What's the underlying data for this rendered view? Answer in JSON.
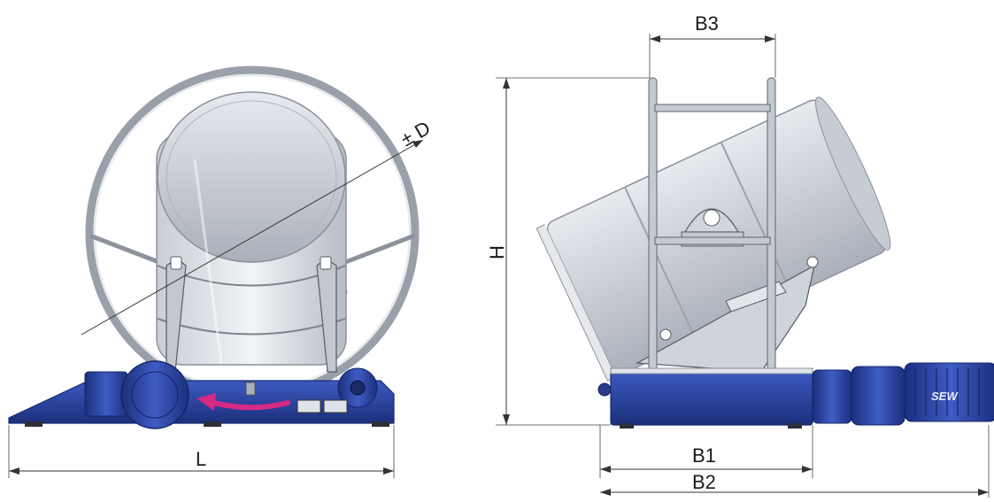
{
  "dimensions": {
    "length_label": "L",
    "diameter_label": "± D",
    "height_label": "H",
    "width_b1_label": "B1",
    "width_b2_label": "B2",
    "width_b3_label": "B3"
  },
  "motor": {
    "brand_label": "SEW"
  },
  "colors": {
    "frame_blue": "#233f9a",
    "frame_blue_dark": "#15286a",
    "rotation_arrow": "#d62a84",
    "drum_light": "#dfe3ea",
    "steel_grey": "#b9bec7"
  },
  "views": [
    "side-view",
    "front-view"
  ]
}
